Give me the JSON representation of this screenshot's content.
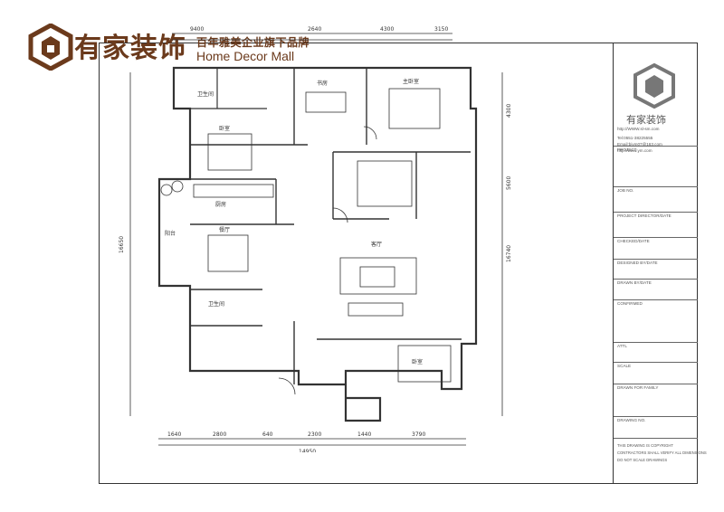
{
  "brand": {
    "name": "有家装饰",
    "tagline": "百年雅美企业旗下品牌",
    "english": "Home Decor Mall"
  },
  "plan": {
    "dimensions_top": [
      "9400",
      "2640",
      "4300",
      "3150"
    ],
    "dimensions_bottom_total": "14950",
    "dimensions_bottom": [
      "1640",
      "2800",
      "640",
      "2300",
      "1440",
      "3790"
    ],
    "dimensions_left": [
      "16650"
    ],
    "dimensions_right": [
      "16740",
      "4300",
      "5600"
    ],
    "rooms": [
      {
        "name": "卫生间"
      },
      {
        "name": "书房"
      },
      {
        "name": "主卧室"
      },
      {
        "name": "卧室"
      },
      {
        "name": "厨房"
      },
      {
        "name": "餐厅"
      },
      {
        "name": "客厅"
      },
      {
        "name": "阳台"
      },
      {
        "name": "卫生间"
      },
      {
        "name": "卧室"
      }
    ]
  },
  "titleblock": {
    "brand": "有家装饰",
    "url": "http://WWW.sl-sm.com",
    "lines": [
      "Tel:0551-38225555",
      "Email:bjym07@163.com",
      "http://www.ym.com"
    ],
    "fields": [
      "PROJECT",
      "JOB NO.",
      "PROJECT DIRECTOR/DATE",
      "CHECKED/DATE",
      "DESIGNED BY/DATE",
      "DRAWN BY/DATE",
      "CONFIRMED",
      "ATTL",
      "SCALE",
      "DRAWN FOR FAMILY",
      "DRAWING NO."
    ],
    "copyright": [
      "THIS DRAWING IS COPYRIGHT",
      "CONTRACTORS SHALL VERIFY ALL DIMENSIONS",
      "DO NOT SCALE DRAWINGS"
    ]
  }
}
